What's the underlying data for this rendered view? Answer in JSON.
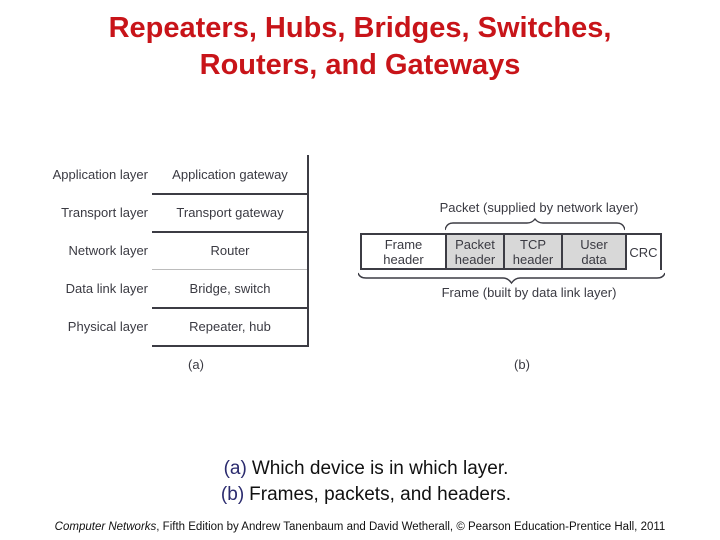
{
  "title": {
    "line1": "Repeaters, Hubs, Bridges, Switches,",
    "line2": "Routers, and Gateways",
    "color": "#c81419"
  },
  "diagram_a": {
    "rows": [
      {
        "layer": "Application layer",
        "device": "Application gateway"
      },
      {
        "layer": "Transport layer",
        "device": "Transport gateway"
      },
      {
        "layer": "Network layer",
        "device": "Router"
      },
      {
        "layer": "Data link layer",
        "device": "Bridge, switch"
      },
      {
        "layer": "Physical layer",
        "device": "Repeater, hub"
      }
    ],
    "label": "(a)"
  },
  "diagram_b": {
    "packet_label": "Packet (supplied by network layer)",
    "frame_label": "Frame (built by data link layer)",
    "cells": [
      {
        "line1": "Frame",
        "line2": "header",
        "shaded": false
      },
      {
        "line1": "Packet",
        "line2": "header",
        "shaded": true
      },
      {
        "line1": "TCP",
        "line2": "header",
        "shaded": true
      },
      {
        "line1": "User",
        "line2": "data",
        "shaded": true
      },
      {
        "line1": "CRC",
        "line2": "",
        "shaded": false
      }
    ],
    "shade_color": "#d8d8d8",
    "label": "(b)"
  },
  "caption": {
    "line1": {
      "prefix": "(a)",
      "text": "Which device is in which layer."
    },
    "line2": {
      "prefix": "(b)",
      "text": "Frames, packets, and headers."
    },
    "prefix_color": "#2b2b6e"
  },
  "attribution": {
    "book": "Computer Networks",
    "rest": ", Fifth Edition by Andrew Tanenbaum and David Wetherall, © Pearson Education-Prentice Hall, 2011"
  }
}
